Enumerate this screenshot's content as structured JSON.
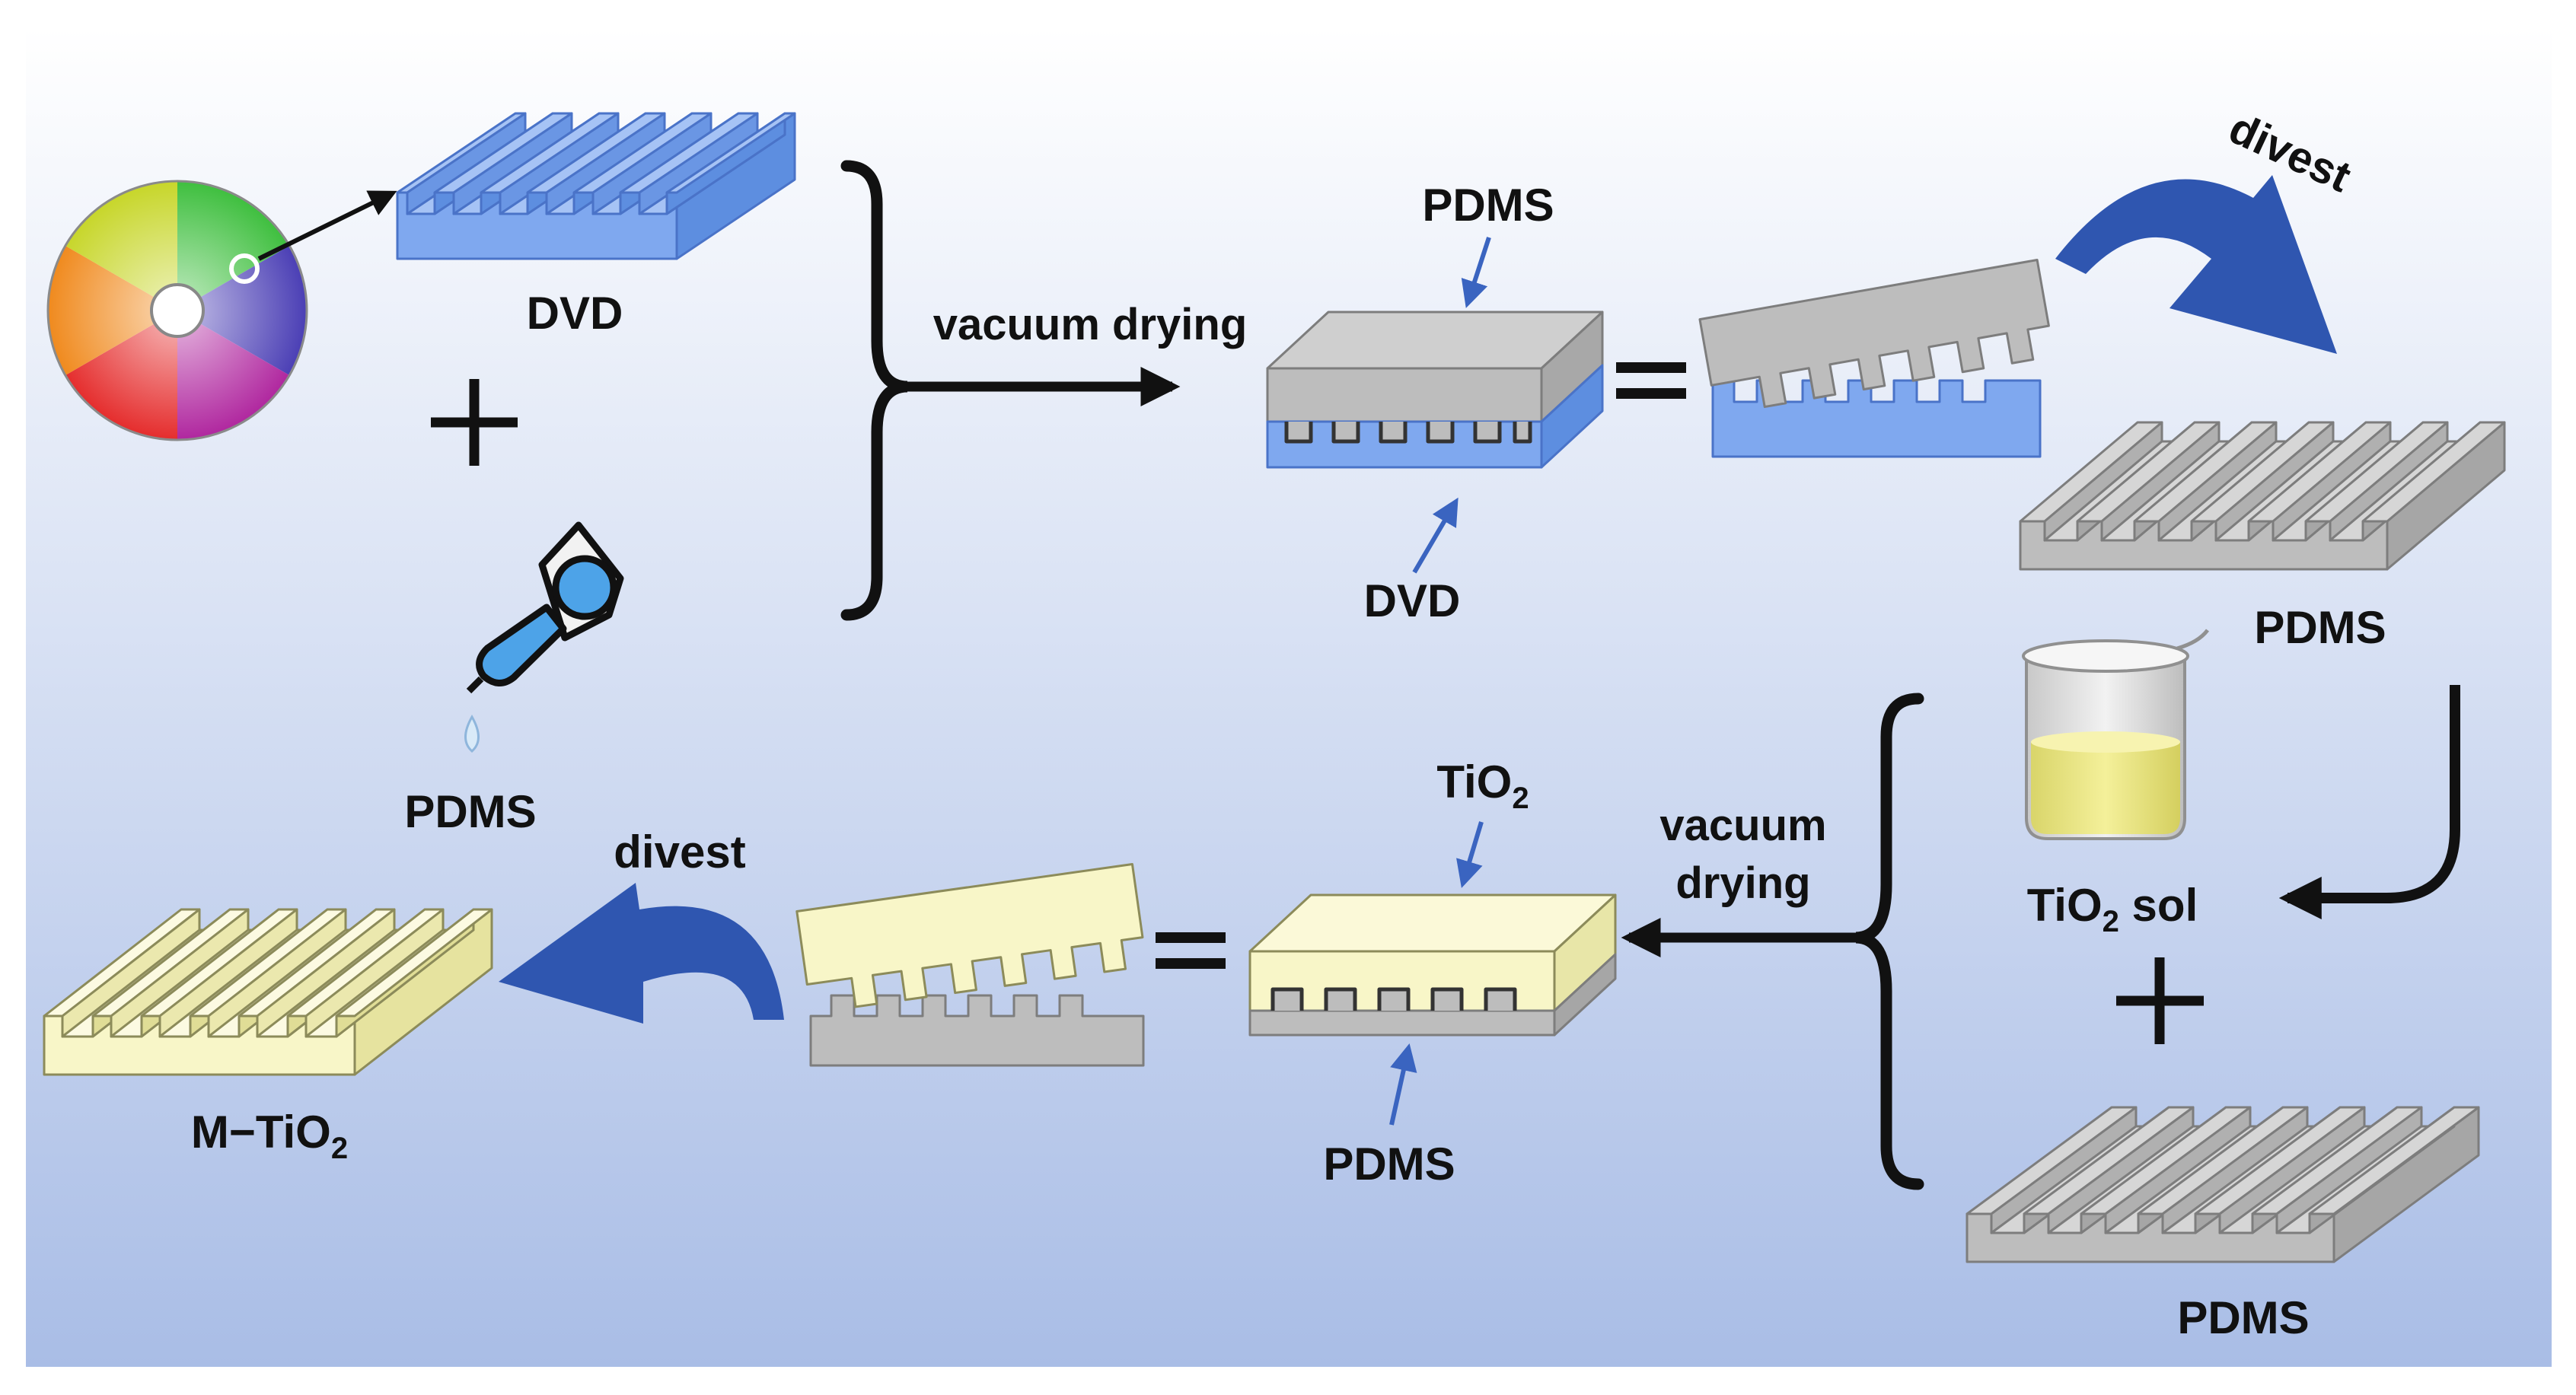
{
  "colors": {
    "bg_top": "#ffffff",
    "bg_bottom": "#a9bde6",
    "dvd_blue": "#7fa8ef",
    "dvd_blue_edge": "#4a73c8",
    "pdms_gray": "#bdbdbd",
    "pdms_gray_edge": "#7d7d7d",
    "tio2_yellow": "#f8f6c8",
    "tio2_yellow_edge": "#8c8b5a",
    "arrow_blue": "#2f56b0",
    "text": "#111111"
  },
  "labels": {
    "dvd_top": "DVD",
    "pdms_dropper": "PDMS",
    "vacuum_drying_top": "vacuum drying",
    "pdms_mold_top": "PDMS",
    "dvd_mold_bottom": "DVD",
    "divest_top": "divest",
    "pdms_grating_right": "PDMS",
    "tio2_sol": "TiO",
    "tio2_sol_sub": "2",
    "tio2_sol_suffix": " sol",
    "pdms_grating_bottom": "PDMS",
    "vacuum": "vacuum",
    "drying": "drying",
    "tio2_layer": "TiO",
    "tio2_layer_sub": "2",
    "pdms_layer_bottom": "PDMS",
    "divest_bottom": "divest",
    "m_tio2": "M−TiO",
    "m_tio2_sub": "2"
  },
  "icons": [
    "dvd-disc-icon",
    "dropper-icon",
    "beaker-icon"
  ]
}
